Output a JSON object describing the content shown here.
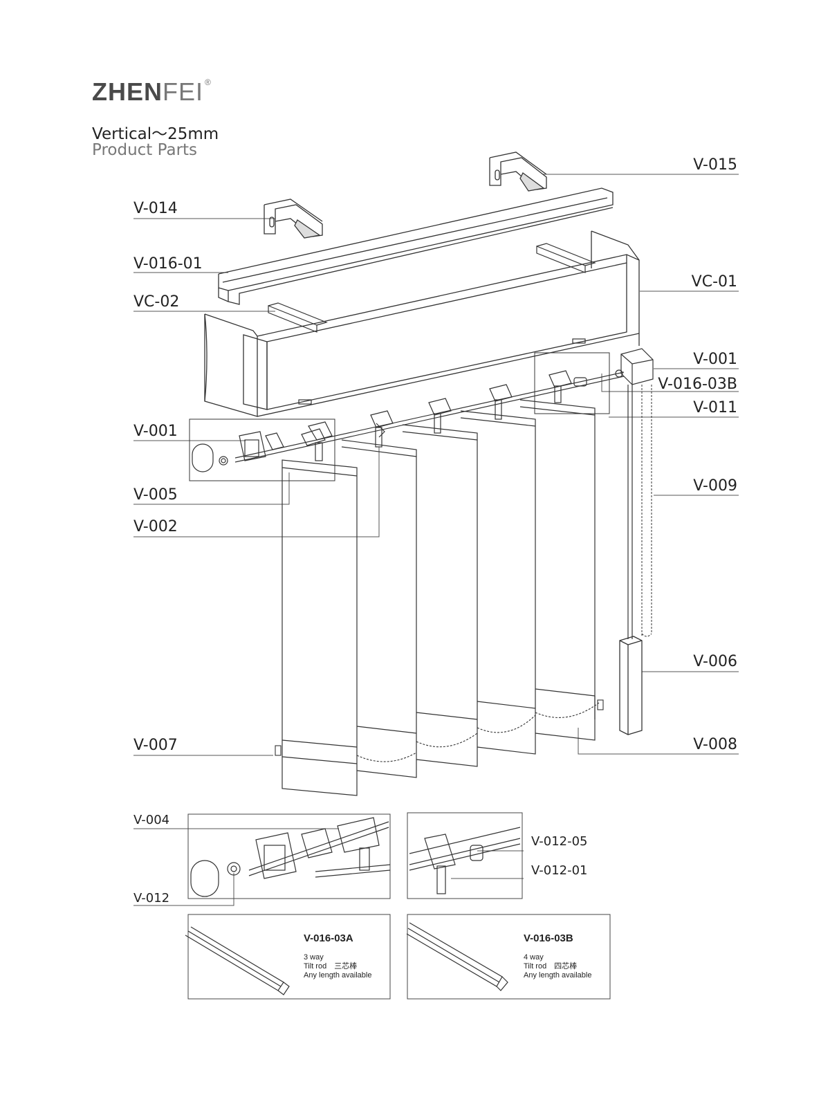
{
  "brand": {
    "bold": "ZHEN",
    "light": "FEI",
    "mark": "®"
  },
  "heading": {
    "line1": "Vertical～25mm",
    "line2": "Product Parts"
  },
  "labels": {
    "v015": "V-015",
    "v014": "V-014",
    "v016_01": "V-016-01",
    "vc01": "VC-01",
    "vc02": "VC-02",
    "v001_right": "V-001",
    "v016_03b": "V-016-03B",
    "v011": "V-011",
    "v001_left": "V-001",
    "v009": "V-009",
    "v005": "V-005",
    "v002": "V-002",
    "v006": "V-006",
    "v007": "V-007",
    "v008": "V-008",
    "v004": "V-004",
    "v012": "V-012",
    "v012_05": "V-012-05",
    "v012_01": "V-012-01"
  },
  "rod_a": {
    "code": "V-016-03A",
    "line1": "3 way",
    "line2": "Tilt rod　三芯棒",
    "line3": "Any length available"
  },
  "rod_b": {
    "code": "V-016-03B",
    "line1": "4 way",
    "line2": "Tilt rod　四芯棒",
    "line3": "Any length available"
  }
}
